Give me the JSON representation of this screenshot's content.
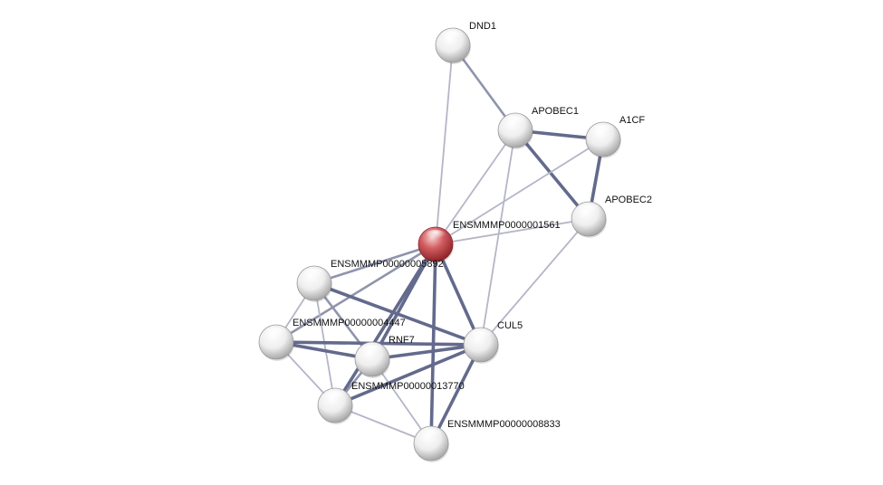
{
  "colors": {
    "query_node": "#c8454a",
    "node": "#d9d9d9",
    "edge_weak": "#b4b6c8",
    "edge_strong": "#636a8c"
  },
  "nodes": [
    {
      "id": "n1",
      "label": "DND1",
      "query": false
    },
    {
      "id": "n2",
      "label": "APOBEC1",
      "query": false
    },
    {
      "id": "n3",
      "label": "A1CF",
      "query": false
    },
    {
      "id": "n4",
      "label": "APOBEC2",
      "query": false
    },
    {
      "id": "n5",
      "label": "ENSMMMP0000001561",
      "query": true
    },
    {
      "id": "n6",
      "label": "ENSMMMP00000005892",
      "query": false
    },
    {
      "id": "n7",
      "label": "ENSMMMP00000004447",
      "query": false
    },
    {
      "id": "n8",
      "label": "RNF7",
      "query": false
    },
    {
      "id": "n9",
      "label": "CUL5",
      "query": false
    },
    {
      "id": "n10",
      "label": "ENSMMMP00000013770",
      "query": false
    },
    {
      "id": "n11",
      "label": "ENSMMMP00000008833",
      "query": false
    }
  ],
  "edges": [
    {
      "source": "n1",
      "target": "n2",
      "strength": "medium"
    },
    {
      "source": "n1",
      "target": "n5",
      "strength": "weak"
    },
    {
      "source": "n2",
      "target": "n3",
      "strength": "strong"
    },
    {
      "source": "n2",
      "target": "n4",
      "strength": "strong"
    },
    {
      "source": "n3",
      "target": "n4",
      "strength": "strong"
    },
    {
      "source": "n2",
      "target": "n5",
      "strength": "weak"
    },
    {
      "source": "n3",
      "target": "n5",
      "strength": "weak"
    },
    {
      "source": "n4",
      "target": "n5",
      "strength": "weak"
    },
    {
      "source": "n2",
      "target": "n9",
      "strength": "weak"
    },
    {
      "source": "n4",
      "target": "n9",
      "strength": "weak"
    },
    {
      "source": "n5",
      "target": "n6",
      "strength": "medium"
    },
    {
      "source": "n5",
      "target": "n8",
      "strength": "strong"
    },
    {
      "source": "n5",
      "target": "n9",
      "strength": "strong"
    },
    {
      "source": "n5",
      "target": "n10",
      "strength": "strong"
    },
    {
      "source": "n5",
      "target": "n11",
      "strength": "strong"
    },
    {
      "source": "n5",
      "target": "n7",
      "strength": "medium"
    },
    {
      "source": "n6",
      "target": "n9",
      "strength": "strong"
    },
    {
      "source": "n6",
      "target": "n8",
      "strength": "medium"
    },
    {
      "source": "n6",
      "target": "n7",
      "strength": "weak"
    },
    {
      "source": "n6",
      "target": "n10",
      "strength": "weak"
    },
    {
      "source": "n7",
      "target": "n9",
      "strength": "strong"
    },
    {
      "source": "n7",
      "target": "n8",
      "strength": "strong"
    },
    {
      "source": "n7",
      "target": "n10",
      "strength": "weak"
    },
    {
      "source": "n8",
      "target": "n9",
      "strength": "strong"
    },
    {
      "source": "n8",
      "target": "n10",
      "strength": "medium"
    },
    {
      "source": "n8",
      "target": "n11",
      "strength": "weak"
    },
    {
      "source": "n9",
      "target": "n10",
      "strength": "strong"
    },
    {
      "source": "n9",
      "target": "n11",
      "strength": "strong"
    },
    {
      "source": "n10",
      "target": "n11",
      "strength": "weak"
    }
  ]
}
